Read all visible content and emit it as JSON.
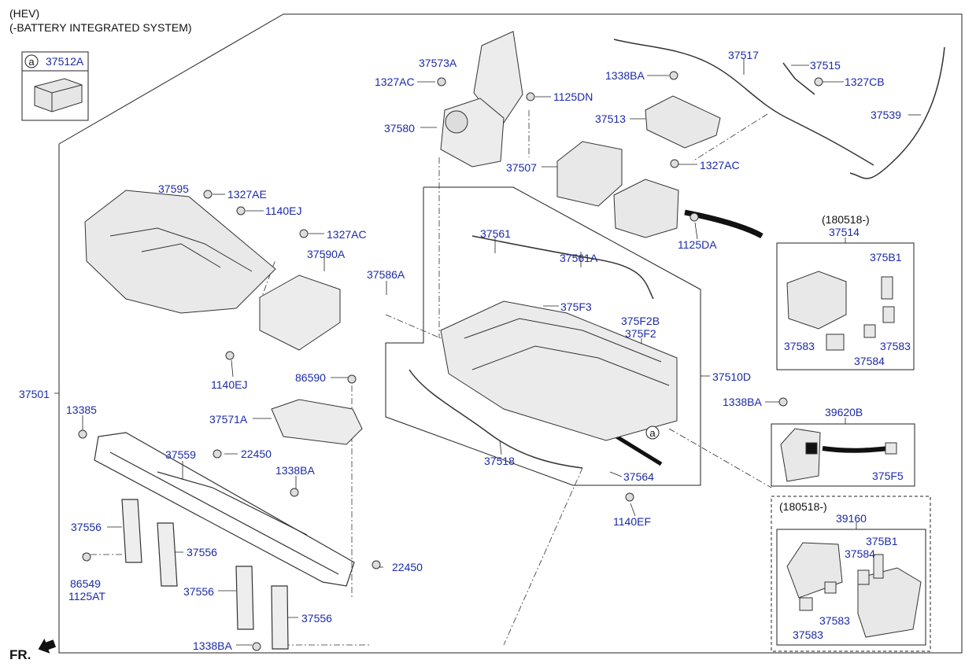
{
  "header": {
    "line1": "(HEV)",
    "line2": "(-BATTERY INTEGRATED SYSTEM)"
  },
  "inset_a": {
    "circle": "a",
    "part": "37512A"
  },
  "direction": "FR.",
  "callout_a": "a",
  "insets": {
    "relay_box": {
      "date": "(180518-)",
      "part": "37514"
    },
    "module_box": {
      "part": "39620B"
    },
    "junction_box": {
      "date": "(180518-)",
      "part": "39160"
    }
  },
  "parts": {
    "p37501": "37501",
    "p37595": "37595",
    "p1327AE": "1327AE",
    "p1140EJ_a": "1140EJ",
    "p1327AC_a": "1327AC",
    "p37590A": "37590A",
    "p37586A": "37586A",
    "p1140EJ_b": "1140EJ",
    "p86590": "86590",
    "p37571A": "37571A",
    "p13385": "13385",
    "p37559": "37559",
    "p22450_a": "22450",
    "p1338BA_a": "1338BA",
    "p37556_a": "37556",
    "p37556_b": "37556",
    "p37556_c": "37556",
    "p37556_d": "37556",
    "p86549": "86549",
    "p1125AT": "1125AT",
    "p22450_b": "22450",
    "p1338BA_b": "1338BA",
    "p37573A": "37573A",
    "p1327AC_b": "1327AC",
    "p1125DN": "1125DN",
    "p37580": "37580",
    "p1338BA_c": "1338BA",
    "p37517": "37517",
    "p37515": "37515",
    "p1327CB": "1327CB",
    "p37513": "37513",
    "p37539": "37539",
    "p37507": "37507",
    "p1327AC_c": "1327AC",
    "p1125DA": "1125DA",
    "p37561": "37561",
    "p37561A": "37561A",
    "p375F3": "375F3",
    "p375F2B": "375F2B",
    "p375F2": "375F2",
    "p37510D": "37510D",
    "p37518": "37518",
    "p37564": "37564",
    "p1140EF": "1140EF",
    "p1338BA_d": "1338BA",
    "p375B1_a": "375B1",
    "p37583_a": "37583",
    "p37583_b": "37583",
    "p37584_a": "37584",
    "p375F5": "375F5",
    "p375B1_b": "375B1",
    "p37584_b": "37584",
    "p37583_c": "37583",
    "p37583_d": "37583"
  }
}
